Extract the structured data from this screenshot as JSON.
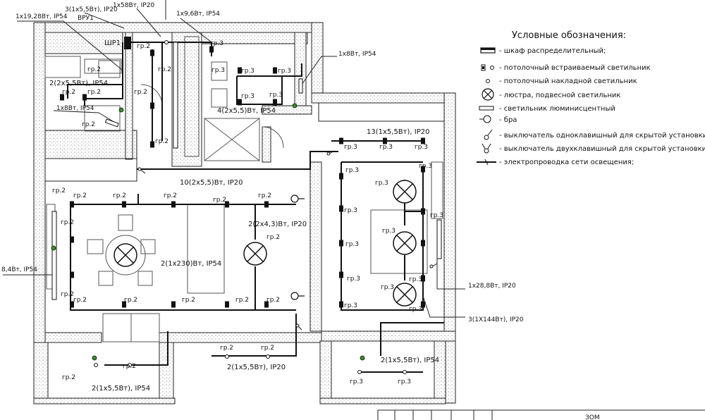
{
  "legend": {
    "title": "Условные обозначения:",
    "items": [
      {
        "symbol": "panel-icon",
        "text": "- шкаф распределительный;"
      },
      {
        "symbol": "recessed-light-icon",
        "text": "- потолочный встраиваемый светильник"
      },
      {
        "symbol": "surface-light-icon",
        "text": "- потолочный накладной светильник"
      },
      {
        "symbol": "chandelier-icon",
        "text": "- люстра, подвесной светильник"
      },
      {
        "symbol": "fluorescent-icon",
        "text": "- светильник люминисцентный"
      },
      {
        "symbol": "sconce-icon",
        "text": "- бра"
      },
      {
        "symbol": "single-switch-icon",
        "text": "- выключатель одноклавишный для скрытой установки;"
      },
      {
        "symbol": "double-switch-icon",
        "text": "- выключатель двухклавишный для скрытой установки;"
      },
      {
        "symbol": "wiring-icon",
        "text": "- электропроводка сети освещения;"
      }
    ]
  },
  "labels": {
    "panel": "ШР1",
    "vru": "ВРУ1",
    "top_1": "3(1x5,5Вт), IP20",
    "top_2": "1x58Вт, IP20",
    "top_3": "1x19,28Вт, IP54",
    "top_4": "1x9,6Вт, IP54",
    "bath_right": "1x8Вт, IP54",
    "kitchen_group": "2(2x5,5Вт), IP54",
    "kitchen_small": "1x8Вт, IP54",
    "bath_group": "4(2x5,5)Вт, IP54",
    "corridor": "10(2x5,5)Вт, IP20",
    "bedroom_top": "13(1x5,5Вт), IP20",
    "living_right": "2(2x4,3)Вт, IP20",
    "living_main": "2(1x230)Вт, IP54",
    "left_side": "8,4Вт, IP54",
    "bedroom_fluor": "1x28,8Вт, IP20",
    "bedroom_chand": "3(1X144Вт), IP20",
    "balcony_left": "2(1x5,5Вт), IP54",
    "hall_bottom": "2(1x5,5Вт), IP20",
    "balcony_right": "2(1x5,5Вт), IP54",
    "title_block": "ЗОМ",
    "gr2": "гр.2",
    "gr3": "гр.3"
  }
}
